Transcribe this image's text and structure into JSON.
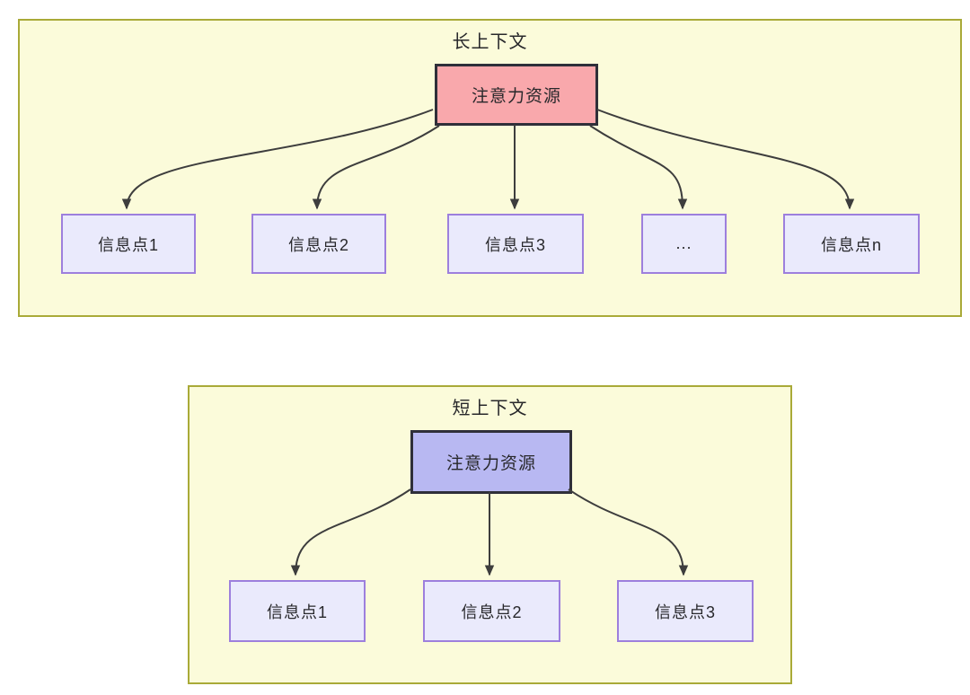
{
  "colors": {
    "canvas_bg": "#ffffff",
    "section_fill": "#fbfbda",
    "section_border": "#a9aa38",
    "attention_long_fill": "#f9a8ac",
    "attention_short_fill": "#b8b8f2",
    "attention_border": "#2f2f39",
    "node_fill": "#eaeafc",
    "node_border": "#9d7fdd",
    "arrow_color": "#3d3d3d",
    "text_color": "#28282b"
  },
  "sections": [
    {
      "title": "长上下文",
      "attention_label": "注意力资源",
      "nodes": [
        {
          "label": "信息点1"
        },
        {
          "label": "信息点2"
        },
        {
          "label": "信息点3"
        },
        {
          "label": "..."
        },
        {
          "label": "信息点n"
        }
      ]
    },
    {
      "title": "短上下文",
      "attention_label": "注意力资源",
      "nodes": [
        {
          "label": "信息点1"
        },
        {
          "label": "信息点2"
        },
        {
          "label": "信息点3"
        }
      ]
    }
  ]
}
